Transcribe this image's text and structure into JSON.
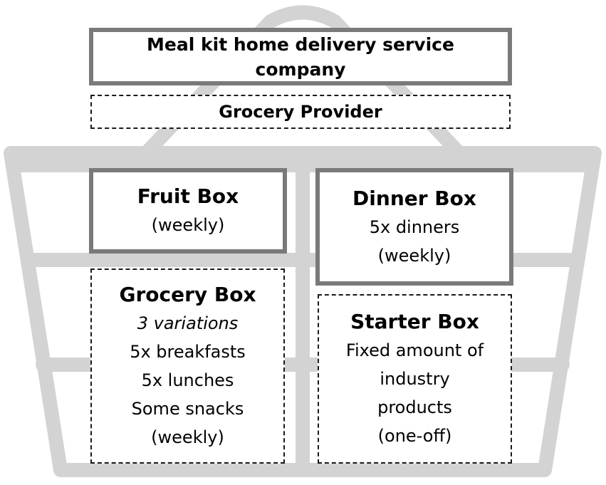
{
  "header": {
    "company_line1": "Meal kit home delivery service",
    "company_line2": "company",
    "provider": "Grocery Provider"
  },
  "boxes": {
    "fruit": {
      "title": "Fruit Box",
      "lines": [
        "(weekly)"
      ]
    },
    "dinner": {
      "title": "Dinner Box",
      "lines": [
        "5x dinners",
        "(weekly)"
      ]
    },
    "grocery": {
      "title": "Grocery Box",
      "variations": "3 variations",
      "lines": [
        "5x breakfasts",
        "5x lunches",
        "Some snacks",
        "(weekly)"
      ]
    },
    "starter": {
      "title": "Starter Box",
      "lines": [
        "Fixed amount of",
        "industry",
        "products",
        "(one-off)"
      ]
    }
  },
  "colors": {
    "basket": "#d3d3d3",
    "solid_border": "#7a7a7a",
    "dashed_border": "#1a1a1a",
    "text": "#000000"
  },
  "icons": [
    "shopping-basket-icon"
  ]
}
